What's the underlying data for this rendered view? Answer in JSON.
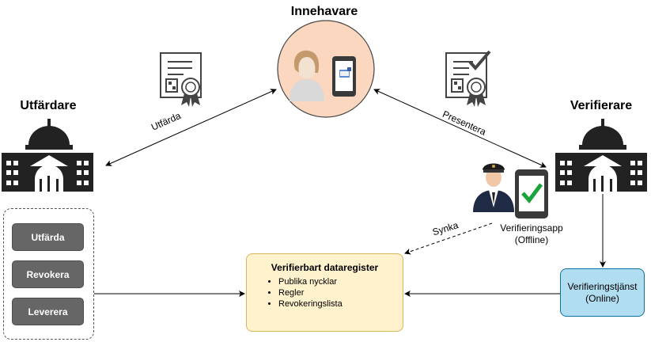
{
  "holder": {
    "title": "Innehavare"
  },
  "issuer": {
    "title": "Utfärdare"
  },
  "verifier": {
    "title": "Verifierare"
  },
  "edges": {
    "issue": "Utfärda",
    "present": "Presentera",
    "sync": "Synka"
  },
  "issuer_actions": [
    "Utfärda",
    "Revokera",
    "Leverera"
  ],
  "verifier_app": {
    "line1": "Verifieringsapp",
    "line2": "(Offline)"
  },
  "registry": {
    "title": "Verifierbart dataregister",
    "items": [
      "Publika nycklar",
      "Regler",
      "Revokeringslista"
    ]
  },
  "service": {
    "line1": "Verifieringstjänst",
    "line2": "(Online)"
  },
  "colors": {
    "holder_circle": "#fbd7c0",
    "registry_fill": "#fff2cc",
    "registry_border": "#d6b656",
    "service_fill": "#b1ddf0",
    "service_border": "#10739e",
    "button_fill": "#666666",
    "check_green": "#1aa33a"
  }
}
